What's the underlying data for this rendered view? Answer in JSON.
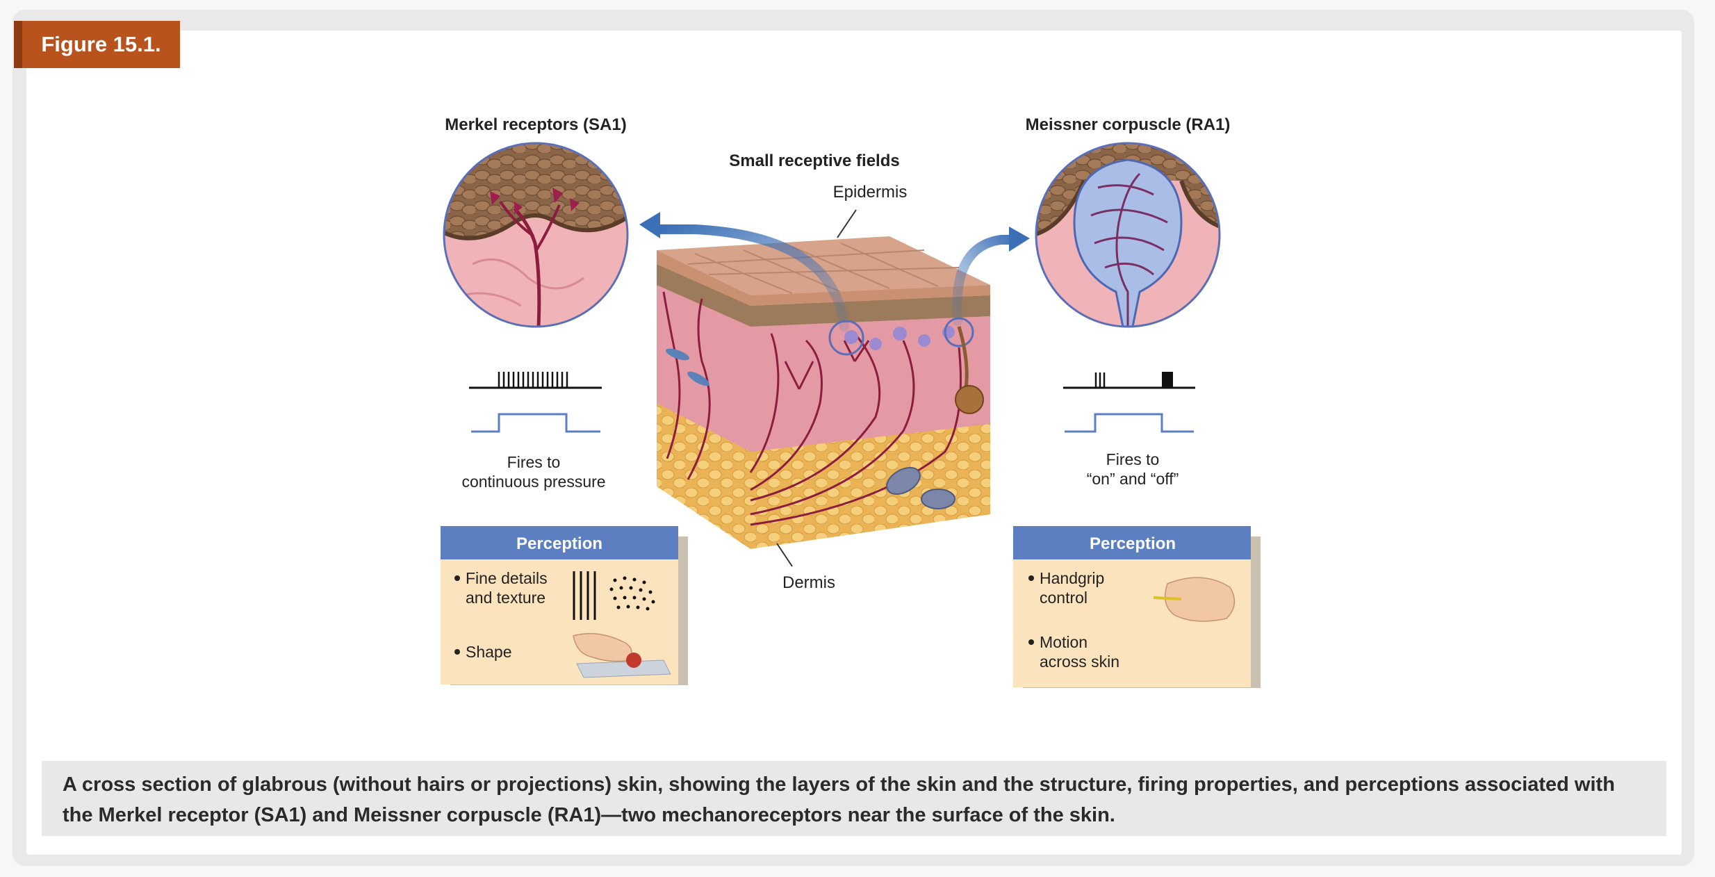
{
  "figure": {
    "label": "Figure 15.1.",
    "caption": "A cross section of glabrous (without hairs or projections) skin, showing the layers of the skin and the structure, firing properties, and perceptions associated with the Merkel receptor (SA1) and Meissner corpuscle (RA1)—two mechanoreceptors near the surface of the skin."
  },
  "diagram": {
    "center_title": "Small receptive fields",
    "epidermis_label": "Epidermis",
    "dermis_label": "Dermis",
    "left": {
      "title": "Merkel receptors (SA1)",
      "fires_line1": "Fires to",
      "fires_line2": "continuous pressure",
      "perception_header": "Perception",
      "item1_line1": "Fine details",
      "item1_line2": "and texture",
      "item2_line1": "Shape"
    },
    "right": {
      "title": "Meissner corpuscle (RA1)",
      "fires_line1": "Fires to",
      "fires_line2": "“on” and “off”",
      "perception_header": "Perception",
      "item1_line1": "Handgrip",
      "item1_line2": "control",
      "item2_line1": "Motion",
      "item2_line2": "across skin"
    }
  },
  "colors": {
    "label_bg": "#b9531e",
    "perception_header": "#5b7fc0",
    "perception_body": "#fbe4bd",
    "arrow_blue": "#3b6fb6",
    "skin_pink": "#e8a3ac",
    "fat_yellow": "#f2c46b"
  }
}
